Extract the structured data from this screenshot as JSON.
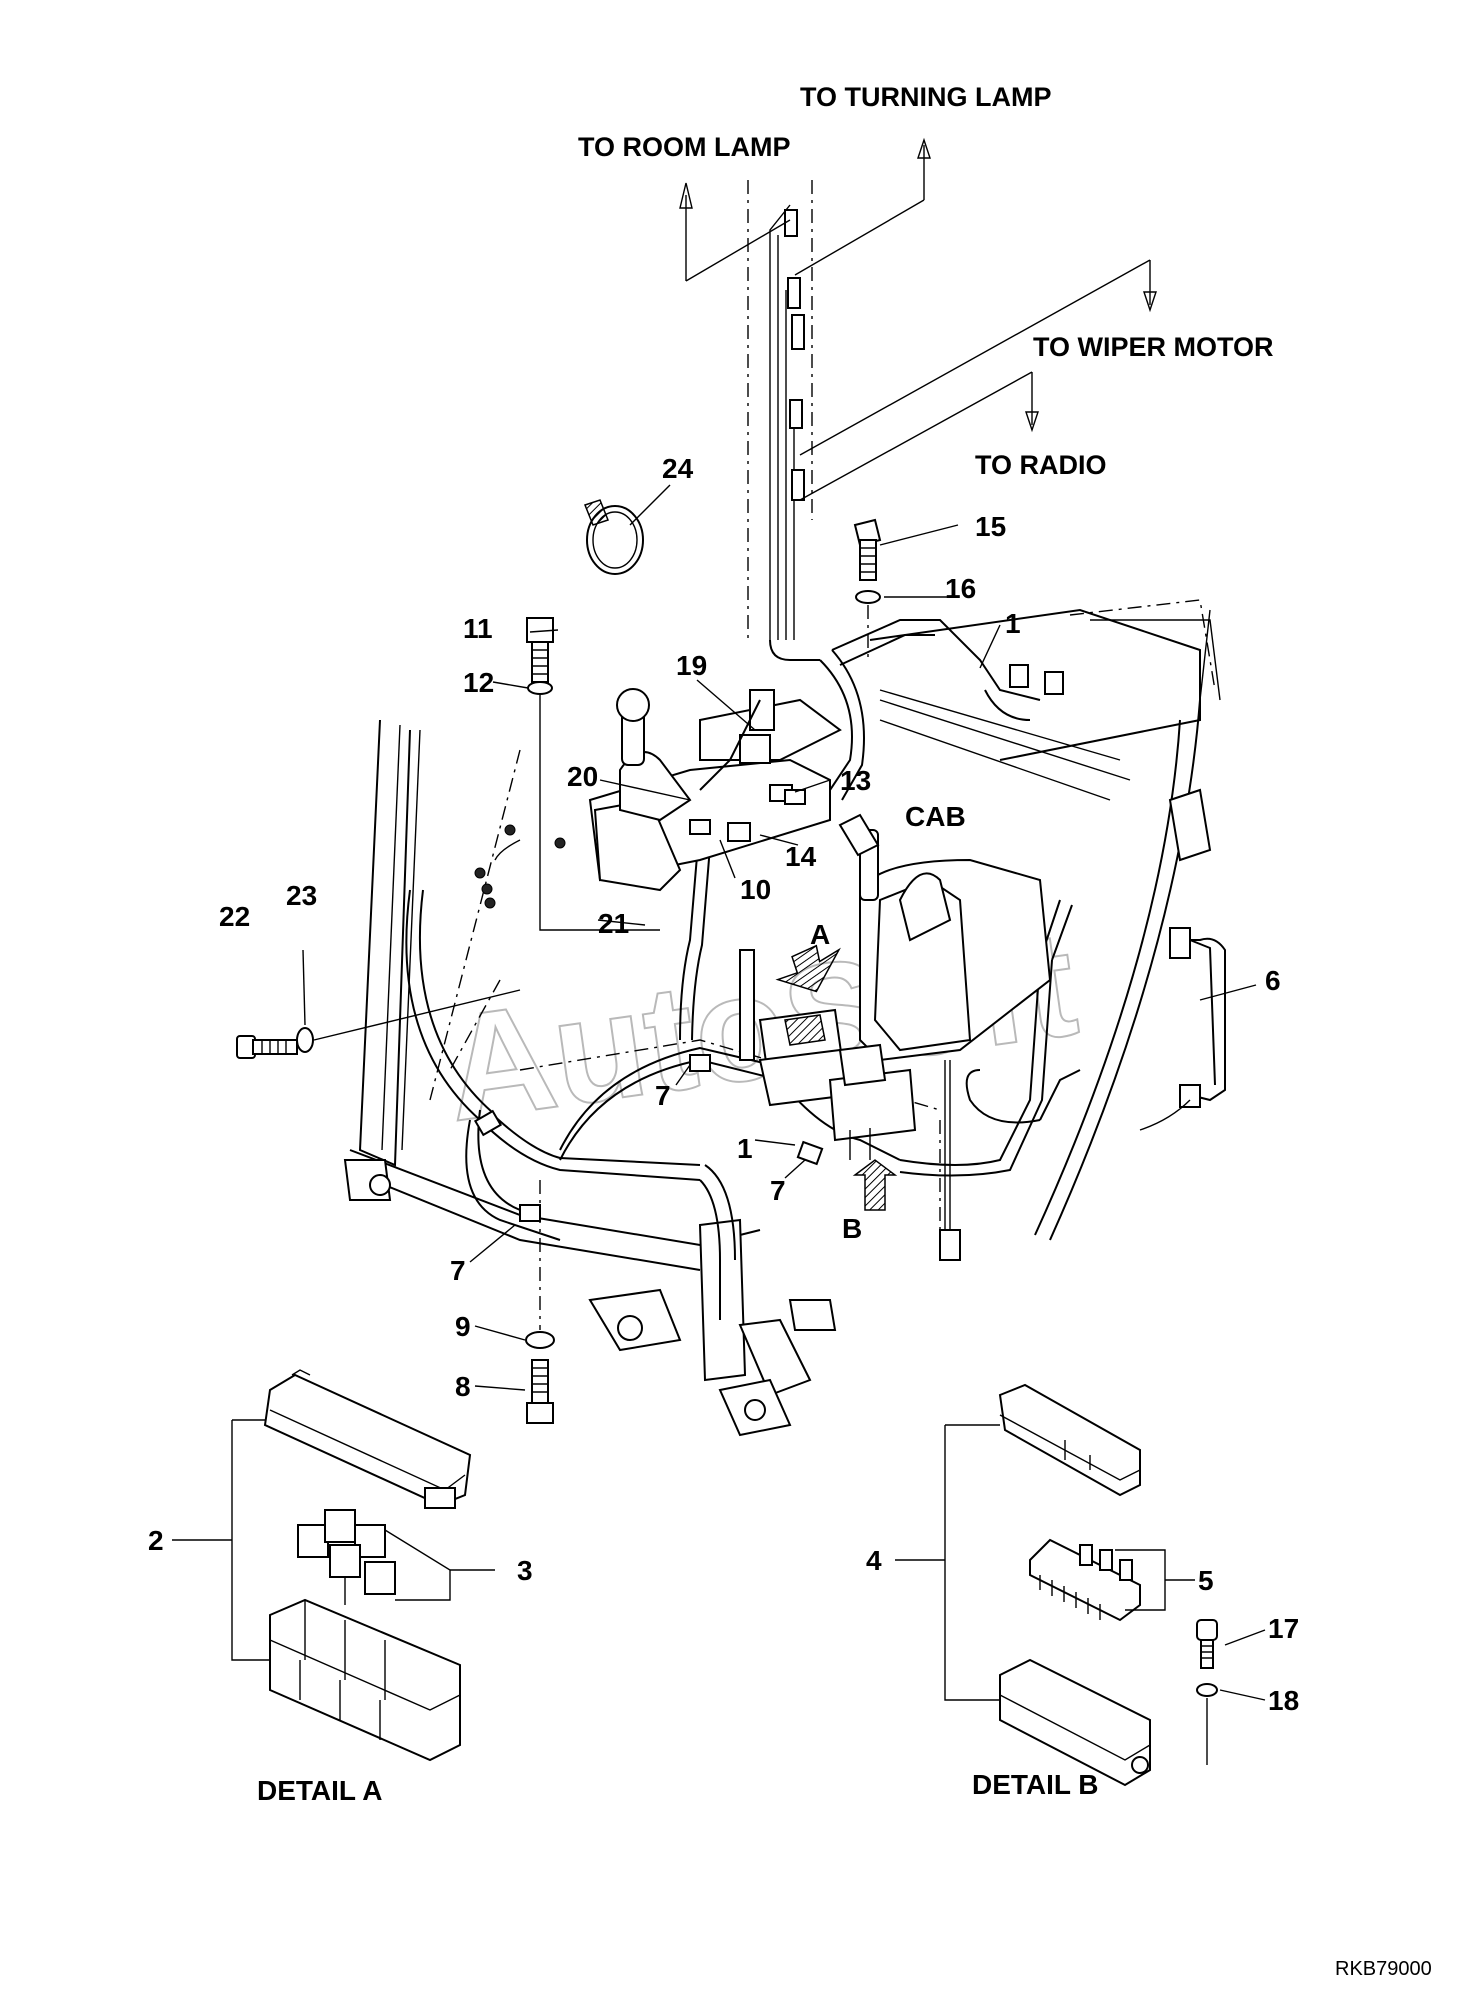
{
  "destinations": {
    "turning_lamp": "TO TURNING LAMP",
    "room_lamp": "TO ROOM LAMP",
    "wiper_motor": "TO WIPER MOTOR",
    "radio": "TO RADIO"
  },
  "labels": {
    "cab": "CAB",
    "view_a": "A",
    "view_b": "B",
    "detail_a": "DETAIL A",
    "detail_b": "DETAIL B"
  },
  "callouts": [
    {
      "id": "c24",
      "text": "24"
    },
    {
      "id": "c15",
      "text": "15"
    },
    {
      "id": "c16",
      "text": "16"
    },
    {
      "id": "c1a",
      "text": "1"
    },
    {
      "id": "c11",
      "text": "11"
    },
    {
      "id": "c12",
      "text": "12"
    },
    {
      "id": "c19",
      "text": "19"
    },
    {
      "id": "c20",
      "text": "20"
    },
    {
      "id": "c13",
      "text": "13"
    },
    {
      "id": "c14",
      "text": "14"
    },
    {
      "id": "c10",
      "text": "10"
    },
    {
      "id": "c21",
      "text": "21"
    },
    {
      "id": "c22",
      "text": "22"
    },
    {
      "id": "c23",
      "text": "23"
    },
    {
      "id": "c6",
      "text": "6"
    },
    {
      "id": "c7a",
      "text": "7"
    },
    {
      "id": "c1b",
      "text": "1"
    },
    {
      "id": "c7b",
      "text": "7"
    },
    {
      "id": "c7c",
      "text": "7"
    },
    {
      "id": "c9",
      "text": "9"
    },
    {
      "id": "c8",
      "text": "8"
    },
    {
      "id": "c2",
      "text": "2"
    },
    {
      "id": "c3",
      "text": "3"
    },
    {
      "id": "c4",
      "text": "4"
    },
    {
      "id": "c5",
      "text": "5"
    },
    {
      "id": "c17",
      "text": "17"
    },
    {
      "id": "c18",
      "text": "18"
    }
  ],
  "watermark": "AutoSoft",
  "drawing_code": "RKB79000"
}
